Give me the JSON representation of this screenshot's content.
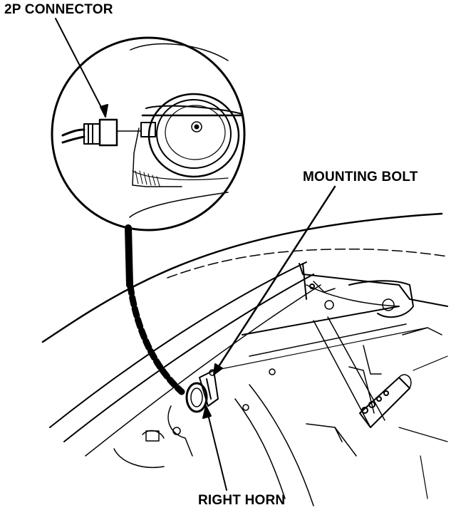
{
  "labels": {
    "connector": "2P CONNECTOR",
    "bolt": "MOUNTING BOLT",
    "horn": "RIGHT HORN"
  },
  "colors": {
    "ink": "#000000",
    "paper": "#ffffff"
  }
}
